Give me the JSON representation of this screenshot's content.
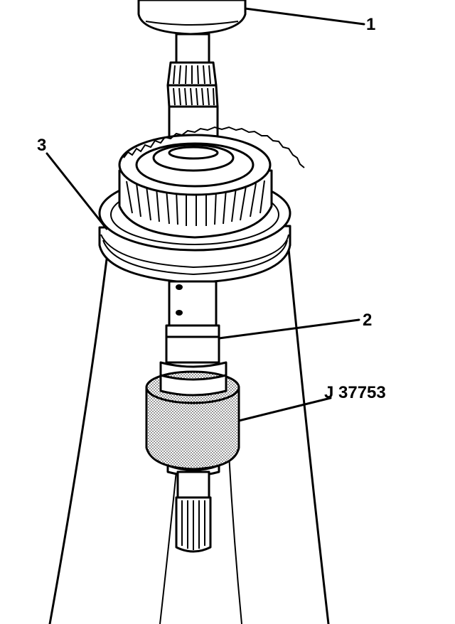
{
  "diagram": {
    "callouts": {
      "c1": "1",
      "c2": "2",
      "c3": "3",
      "tool": "J 37753"
    },
    "colors": {
      "line": "#000000",
      "background": "#ffffff",
      "tool_fill": "#d9d9d9"
    }
  }
}
